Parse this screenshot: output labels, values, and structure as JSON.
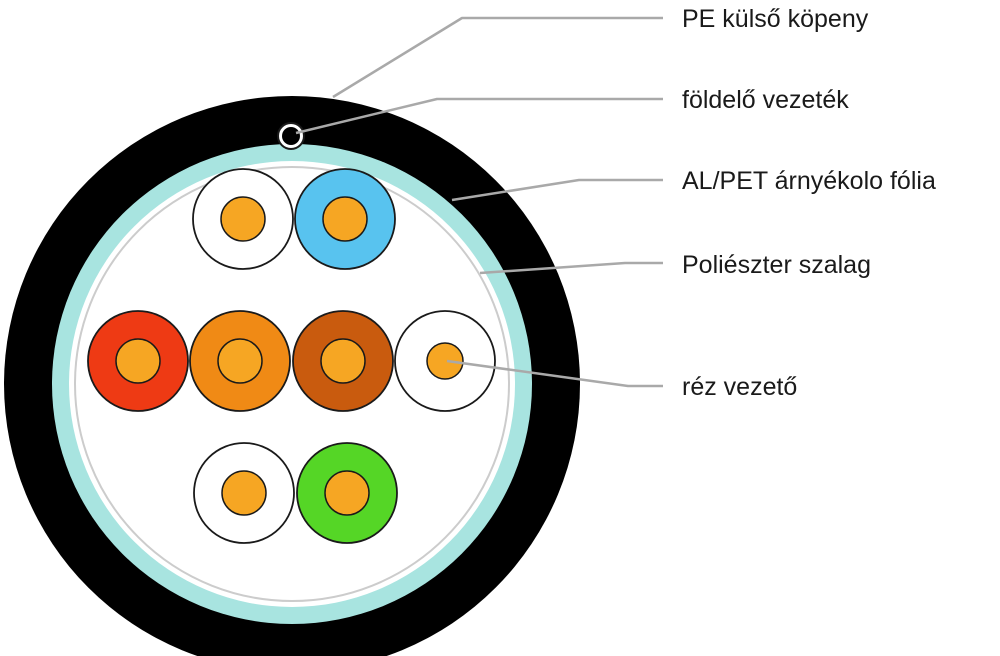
{
  "labels": {
    "outer_jacket": "PE külső köpeny",
    "drain_wire": "földelő vezeték",
    "shield_foil": "AL/PET árnyékolo fólia",
    "polyester_tape": "Poliészter szalag",
    "copper_conductor": "réz vezető"
  },
  "colors": {
    "outer_jacket": "#000000",
    "shield_foil": "#a8e4e0",
    "core_area": "#ffffff",
    "polyester_ring": "#cccccc",
    "copper": "#f6a623",
    "leader_line": "#a9a9a9",
    "conductor_outline": "#1a1a1a"
  },
  "conductors": [
    {
      "name": "conductor-white-top-left",
      "insulation_color": "#ffffff"
    },
    {
      "name": "conductor-blue",
      "insulation_color": "#58c3ef"
    },
    {
      "name": "conductor-red",
      "insulation_color": "#ee3a14"
    },
    {
      "name": "conductor-orange",
      "insulation_color": "#f08a15"
    },
    {
      "name": "conductor-brown",
      "insulation_color": "#c95b0e"
    },
    {
      "name": "conductor-white-right",
      "insulation_color": "#ffffff"
    },
    {
      "name": "conductor-white-bottom-left",
      "insulation_color": "#ffffff"
    },
    {
      "name": "conductor-green",
      "insulation_color": "#55d626"
    }
  ]
}
